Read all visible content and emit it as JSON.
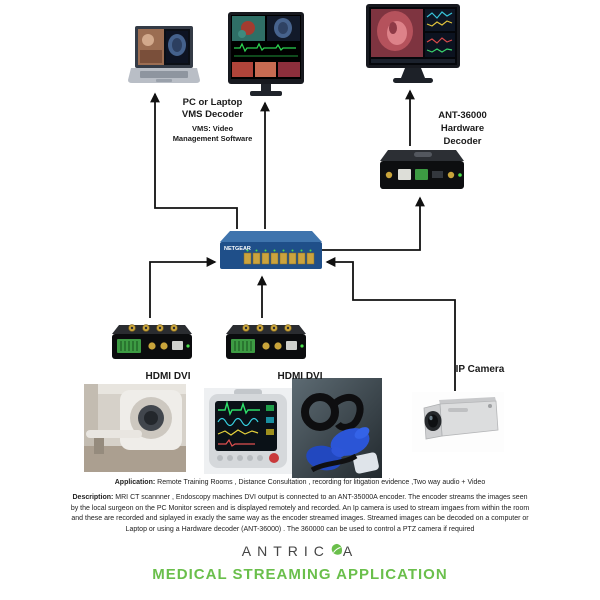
{
  "diagram": {
    "pc_decoder_label": "PC or Laptop\nVMS Decoder",
    "vms_label": "VMS: Video\nManagement Software",
    "hardware_decoder_label": "ANT-36000\nHardware\nDecoder",
    "encoder_left_label": "HDMI DVI",
    "encoder_right_label": "HDMI DVI",
    "ip_camera_label": "IP Camera",
    "switch_brand": "NETGEAR"
  },
  "application": {
    "label": "Application:",
    "text": " Remote Training Rooms , Distance Consultation , recording for litigation evidence ,Two way audio + Video"
  },
  "description": {
    "label": "Description:",
    "text": " MRI CT scannner , Endoscopy machines DVI output is connected to an ANT-35000A encoder. The encoder streams the images seen by the local surgeon on the PC Monitor screen and is displayed remotely and recorded. An Ip camera is used to stream imgaes from within the room and these are recorded and siplayed in exacly the same way as the encoder streamed images. Streamed images can be decoded on a computer or Laptop or using a Hardware decoder (ANT-36000) . The 360000 can be used to control a PTZ camera if required"
  },
  "footer": {
    "brand_left": "ANTRIC",
    "brand_right": "A",
    "title": "MEDICAL STREAMING APPLICATION"
  },
  "colors": {
    "accent_green": "#6abf4b",
    "wire": "#111111",
    "switch_blue": "#1f4f89"
  }
}
